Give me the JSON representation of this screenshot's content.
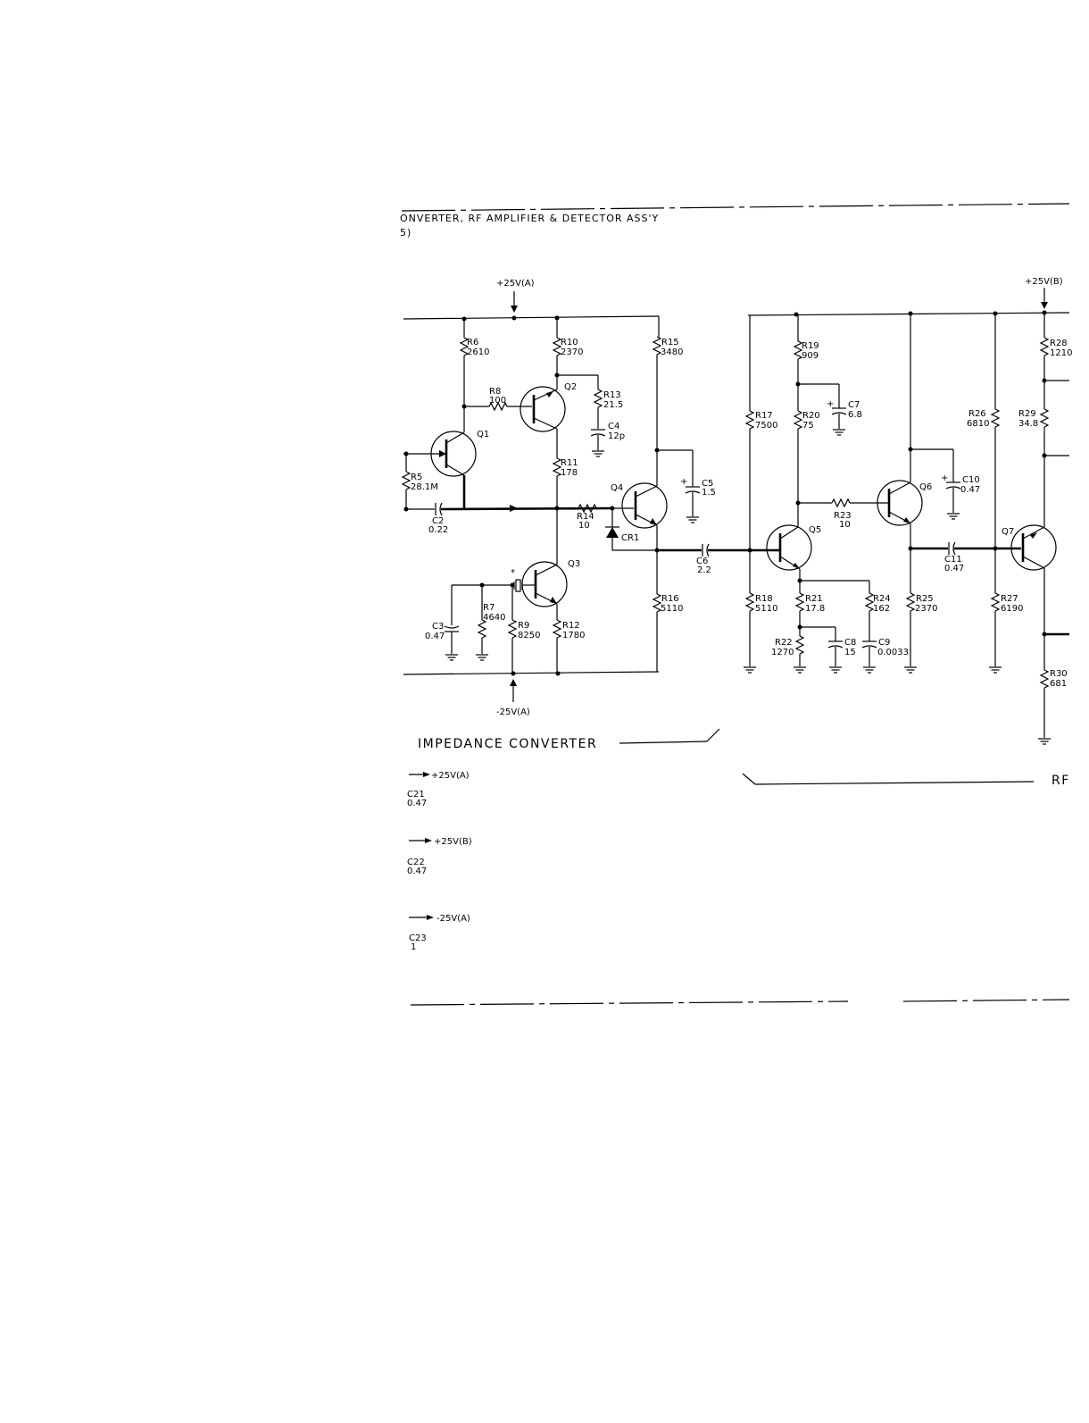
{
  "title": {
    "line1": "ONVERTER, RF AMPLIFIER & DETECTOR ASS'Y",
    "line2": "5)"
  },
  "supplies": {
    "p25a": "+25V(A)",
    "p25b": "+25V(B)",
    "m25a": "-25V(A)"
  },
  "sections": {
    "impedance": "IMPEDANCE   CONVERTER",
    "rf": "RF"
  },
  "legend": [
    {
      "supply": "+25V(A)",
      "cap_ref": "C21",
      "cap_val": "0.47"
    },
    {
      "supply": "+25V(B)",
      "cap_ref": "C22",
      "cap_val": "0.47"
    },
    {
      "supply": "-25V(A)",
      "cap_ref": "C23",
      "cap_val": "1"
    }
  ],
  "transistors": [
    "Q1",
    "Q2",
    "Q3",
    "Q4",
    "Q5",
    "Q6",
    "Q7"
  ],
  "diode": "CR1",
  "marker": "*",
  "resistors": {
    "R5": {
      "ref": "R5",
      "val": "28.1M"
    },
    "R6": {
      "ref": "R6",
      "val": "2610"
    },
    "R7": {
      "ref": "R7",
      "val": "4640"
    },
    "R8": {
      "ref": "R8",
      "val": "100"
    },
    "R9": {
      "ref": "R9",
      "val": "8250"
    },
    "R10": {
      "ref": "R10",
      "val": "2370"
    },
    "R11": {
      "ref": "R11",
      "val": "178"
    },
    "R12": {
      "ref": "R12",
      "val": "1780"
    },
    "R13": {
      "ref": "R13",
      "val": "21.5"
    },
    "R14": {
      "ref": "R14",
      "val": "10"
    },
    "R15": {
      "ref": "R15",
      "val": "3480"
    },
    "R16": {
      "ref": "R16",
      "val": "5110"
    },
    "R17": {
      "ref": "R17",
      "val": "7500"
    },
    "R18": {
      "ref": "R18",
      "val": "5110"
    },
    "R19": {
      "ref": "R19",
      "val": "909"
    },
    "R20": {
      "ref": "R20",
      "val": "75"
    },
    "R21": {
      "ref": "R21",
      "val": "17.8"
    },
    "R22": {
      "ref": "R22",
      "val": "1270"
    },
    "R23": {
      "ref": "R23",
      "val": "10"
    },
    "R24": {
      "ref": "R24",
      "val": "162"
    },
    "R25": {
      "ref": "R25",
      "val": "2370"
    },
    "R26": {
      "ref": "R26",
      "val": "6810"
    },
    "R27": {
      "ref": "R27",
      "val": "6190"
    },
    "R28": {
      "ref": "R28",
      "val": "1210"
    },
    "R29": {
      "ref": "R29",
      "val": "34.8"
    },
    "R30": {
      "ref": "R30",
      "val": "681"
    }
  },
  "capacitors": {
    "C2": {
      "ref": "C2",
      "val": "0.22"
    },
    "C3": {
      "ref": "C3",
      "val": "0.47"
    },
    "C4": {
      "ref": "C4",
      "val": "12p"
    },
    "C5": {
      "ref": "C5",
      "val": "1.5"
    },
    "C6": {
      "ref": "C6",
      "val": "2.2"
    },
    "C7": {
      "ref": "C7",
      "val": "6.8"
    },
    "C8": {
      "ref": "C8",
      "val": "15"
    },
    "C9": {
      "ref": "C9",
      "val": "0.0033"
    },
    "C10": {
      "ref": "C10",
      "val": "0.47"
    },
    "C11": {
      "ref": "C11",
      "val": "0.47"
    }
  }
}
